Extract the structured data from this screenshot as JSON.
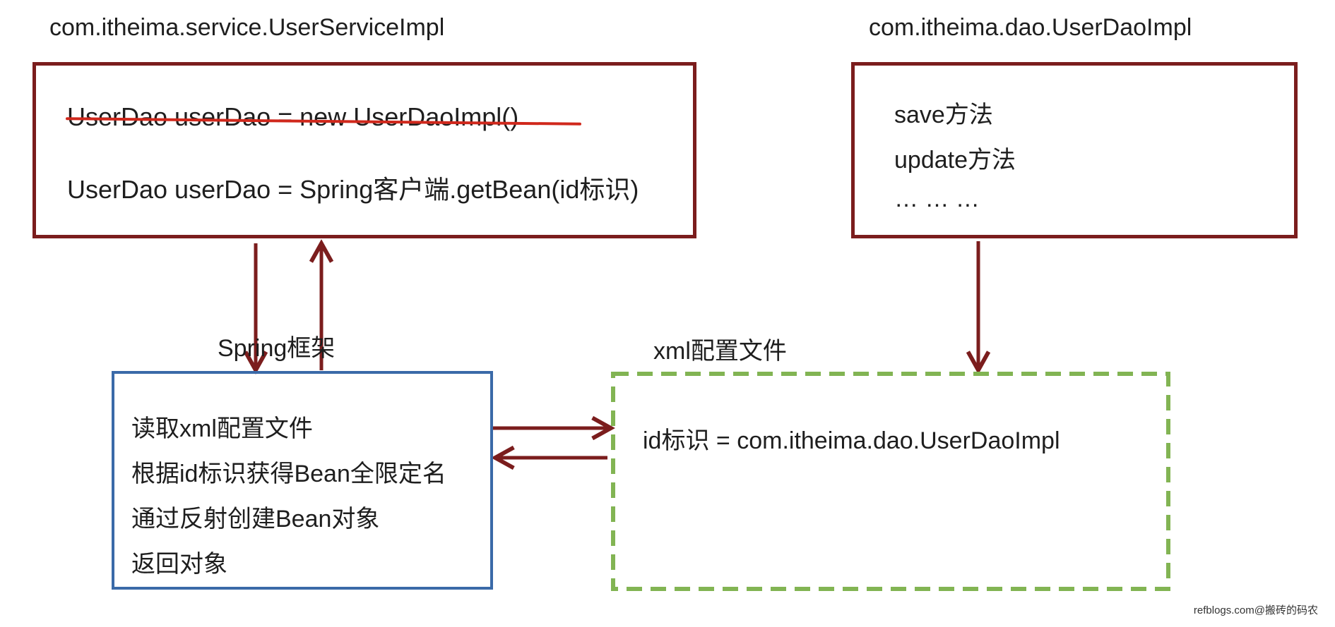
{
  "service": {
    "class_name": "com.itheima.service.UserServiceImpl",
    "old_line": "UserDao userDao  =  new UserDaoImpl()",
    "new_line": "UserDao userDao  =  Spring客户端.getBean(id标识)"
  },
  "dao": {
    "class_name": "com.itheima.dao.UserDaoImpl",
    "methods": [
      "save方法",
      "update方法",
      "… … …"
    ]
  },
  "spring": {
    "label": "Spring框架",
    "steps": [
      "读取xml配置文件",
      "根据id标识获得Bean全限定名",
      "通过反射创建Bean对象",
      "返回对象"
    ]
  },
  "xml": {
    "label": "xml配置文件",
    "entry": "id标识 = com.itheima.dao.UserDaoImpl"
  },
  "watermark": "refblogs.com@搬砖的码农",
  "colors": {
    "red_border": "#7b1d1d",
    "arrow": "#7b1d1d",
    "blue_border": "#3a6aa8",
    "green_dashed": "#82b453",
    "strike": "#d0281c"
  }
}
